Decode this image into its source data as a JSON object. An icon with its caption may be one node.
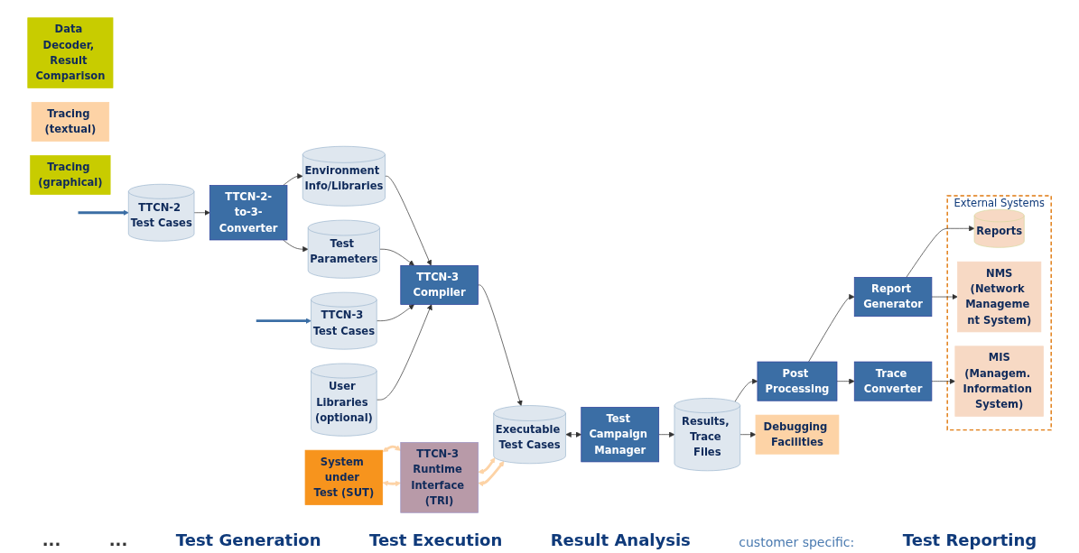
{
  "diagram": {
    "nodes": [
      {
        "text": [
          "TTCN-2 Test Cases"
        ]
      },
      {
        "text": [
          "TTCN-2-to-3-Converter"
        ]
      },
      {
        "text": [
          "Environment Info/Libraries"
        ]
      },
      {
        "text": [
          "Test Parameters"
        ]
      },
      {
        "text": [
          "TTCN-3 Test Cases"
        ]
      },
      {
        "text": [
          "TTCN-3 Compiler"
        ]
      },
      {
        "text": [
          "User Libraries (optional)"
        ]
      },
      {
        "text": [
          "System under Test (SUT)"
        ]
      },
      {
        "text": [
          "TTCN-3 Runtime Interface (TRI)"
        ]
      },
      {
        "text": [
          "Executable Test Cases"
        ]
      },
      {
        "text": [
          "Test Campaign Manager"
        ]
      },
      {
        "text": [
          "Results, Trace Files"
        ]
      },
      {
        "text": [
          "Data Decoder, Result Comparison"
        ]
      },
      {
        "text": [
          "Tracing (textual)"
        ]
      },
      {
        "text": [
          "Tracing (graphical)"
        ]
      },
      {
        "text": [
          "Debugging Facilities"
        ]
      },
      {
        "text": [
          "External Systems"
        ]
      },
      {
        "text": [
          "NMS",
          "(Network Manageme nt System)"
        ],
        "in": 16
      },
      {
        "text": [
          "Reports"
        ],
        "in": 16
      },
      {
        "text": [
          "MIS",
          "(Managem. Information System)"
        ],
        "in": 16
      },
      {
        "text": [
          "Report Generator"
        ]
      },
      {
        "text": [
          "Trace Converter"
        ]
      },
      {
        "text": [
          "Post Processing"
        ]
      }
    ],
    "edges": [
      {
        "from": null,
        "to": 0,
        "arrow": "to",
        "style": "thick",
        "color": "#3b6ea5"
      },
      {
        "from": null,
        "to": 4,
        "arrow": "to",
        "style": "thick",
        "color": "#3b6ea5"
      },
      {
        "from": 0,
        "to": 1,
        "arrow": "to"
      },
      {
        "from": 1,
        "to": 2,
        "arrow": "to"
      },
      {
        "from": 1,
        "to": 3,
        "arrow": "to"
      },
      {
        "from": 2,
        "to": 5,
        "arrow": "to"
      },
      {
        "from": 4,
        "to": 5,
        "arrow": "to"
      },
      {
        "from": 3,
        "to": 5,
        "arrow": "to"
      },
      {
        "from": 6,
        "to": 5,
        "arrow": "to"
      },
      {
        "from": 5,
        "to": 9,
        "arrow": "to"
      },
      {
        "from": 7,
        "to": 8,
        "arrow": "both",
        "style": "thick",
        "color": "#fdd3a6"
      },
      {
        "from": 7,
        "to": 8,
        "arrow": "both",
        "style": "thick",
        "color": "#fdd3a6"
      },
      {
        "from": 8,
        "to": 9,
        "arrow": "both",
        "style": "thick",
        "color": "#fdd3a6"
      },
      {
        "from": 8,
        "to": 9,
        "arrow": "both",
        "style": "thick",
        "color": "#fdd3a6"
      },
      {
        "from": 9,
        "to": 10,
        "arrow": "both"
      },
      {
        "from": 10,
        "to": 11,
        "arrow": "to"
      },
      {
        "from": 11,
        "to": 22,
        "arrow": "to"
      },
      {
        "from": 11,
        "to": 15,
        "arrow": "to"
      },
      {
        "from": 22,
        "to": 20,
        "arrow": "to"
      },
      {
        "from": 22,
        "to": 21,
        "arrow": "to"
      },
      {
        "from": 20,
        "to": 18,
        "arrow": "to"
      },
      {
        "from": 20,
        "to": 17,
        "arrow": "to"
      },
      {
        "from": 21,
        "to": 19,
        "arrow": "to"
      }
    ],
    "labels": [
      "...",
      "...",
      "Test Generation",
      "Test Execution",
      "Result Analysis",
      "customer specific:",
      "Test Reporting"
    ]
  }
}
